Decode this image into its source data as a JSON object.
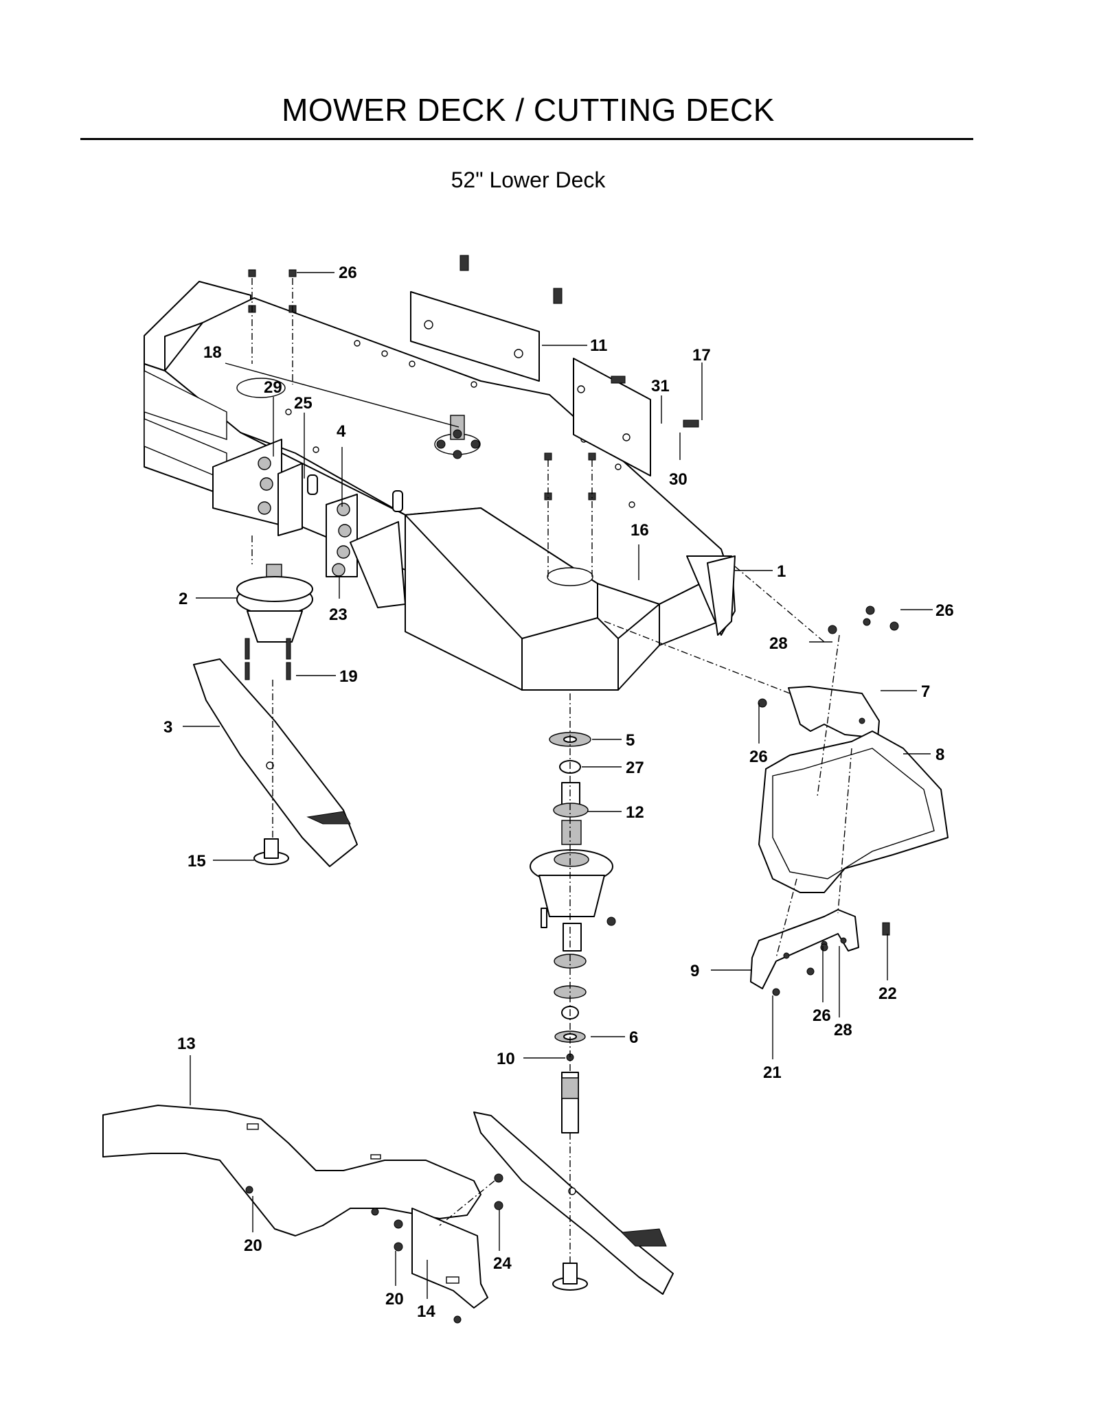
{
  "header": {
    "title": "MOWER DECK / CUTTING DECK",
    "subtitle": "52\" Lower Deck"
  },
  "callouts": [
    {
      "id": "c26a",
      "label": "26"
    },
    {
      "id": "c11",
      "label": "11"
    },
    {
      "id": "c18",
      "label": "18"
    },
    {
      "id": "c17",
      "label": "17"
    },
    {
      "id": "c29",
      "label": "29"
    },
    {
      "id": "c31",
      "label": "31"
    },
    {
      "id": "c25",
      "label": "25"
    },
    {
      "id": "c4",
      "label": "4"
    },
    {
      "id": "c30",
      "label": "30"
    },
    {
      "id": "c16",
      "label": "16"
    },
    {
      "id": "c1",
      "label": "1"
    },
    {
      "id": "c2",
      "label": "2"
    },
    {
      "id": "c23",
      "label": "23"
    },
    {
      "id": "c26b",
      "label": "26"
    },
    {
      "id": "c28a",
      "label": "28"
    },
    {
      "id": "c19",
      "label": "19"
    },
    {
      "id": "c7",
      "label": "7"
    },
    {
      "id": "c3",
      "label": "3"
    },
    {
      "id": "c5",
      "label": "5"
    },
    {
      "id": "c26c",
      "label": "26"
    },
    {
      "id": "c8",
      "label": "8"
    },
    {
      "id": "c27",
      "label": "27"
    },
    {
      "id": "c12",
      "label": "12"
    },
    {
      "id": "c15",
      "label": "15"
    },
    {
      "id": "c9",
      "label": "9"
    },
    {
      "id": "c22",
      "label": "22"
    },
    {
      "id": "c26d",
      "label": "26"
    },
    {
      "id": "c28b",
      "label": "28"
    },
    {
      "id": "c6",
      "label": "6"
    },
    {
      "id": "c13",
      "label": "13"
    },
    {
      "id": "c10",
      "label": "10"
    },
    {
      "id": "c21",
      "label": "21"
    },
    {
      "id": "c20a",
      "label": "20"
    },
    {
      "id": "c24",
      "label": "24"
    },
    {
      "id": "c20b",
      "label": "20"
    },
    {
      "id": "c14",
      "label": "14"
    }
  ]
}
